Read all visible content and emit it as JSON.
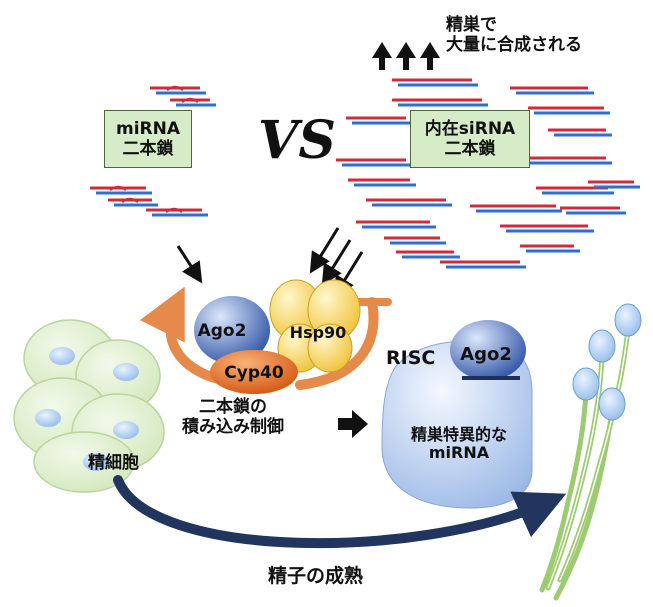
{
  "header": {
    "arrows": "↑↑↑",
    "line1": "精巣で",
    "line2": "大量に合成される"
  },
  "mirna_box": {
    "line1": "miRNA",
    "line2": "二本鎖"
  },
  "vs_label": "VS",
  "sirna_box": {
    "line1": "内在siRNA",
    "line2": "二本鎖"
  },
  "proteins": {
    "ago2": "Ago2",
    "hsp90": "Hsp90",
    "cyp40": "Cyp40"
  },
  "loading": {
    "line1": "二本鎖の",
    "line2": "積み込み制御"
  },
  "risc": {
    "label": "RISC",
    "ago2": "Ago2",
    "line1": "精巣特異的な",
    "line2": "miRNA"
  },
  "cell_label": "精細胞",
  "maturation_label": "精子の成熟",
  "colors": {
    "strand_red": "#d7283a",
    "strand_blue": "#2f6fd0",
    "box_fill": "#d6ebc8",
    "ago2": "#3a5fae",
    "hsp90": "#f3d35a",
    "cyp40": "#e06a1e",
    "orange_arrow": "#e58a4a",
    "navy_arrow": "#22355e",
    "cell": "#dff0cf",
    "sperm": "#7fb4e6"
  }
}
